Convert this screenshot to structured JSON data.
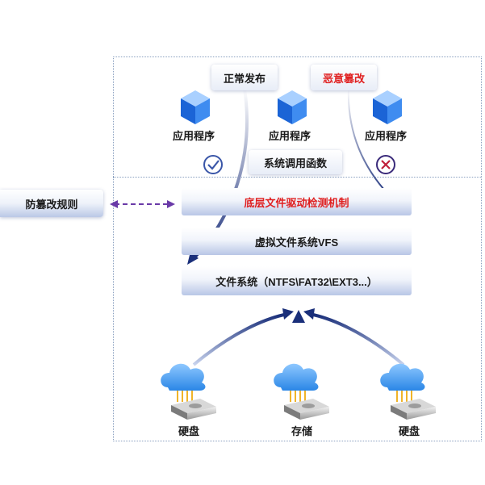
{
  "top": {
    "normal_publish": "正常发布",
    "malicious_tamper": "恶意篡改",
    "apps": [
      "应用程序",
      "应用程序",
      "应用程序"
    ],
    "syscall": "系统调用函数"
  },
  "left_rule": "防篡改规则",
  "layers": {
    "driver": "底层文件驱动检测机制",
    "vfs": "虚拟文件系统VFS",
    "fs": "文件系统（NTFS\\FAT32\\EXT3...）"
  },
  "storage": [
    "硬盘",
    "存储",
    "硬盘"
  ],
  "colors": {
    "accent_red": "#e02020",
    "arrow_navy": "#1a2f7a",
    "dash_purple": "#6a3aa8"
  },
  "icons": [
    "app-cube-icon",
    "check-circle-icon",
    "cross-circle-icon",
    "cloud-icon",
    "hard-disk-icon"
  ]
}
